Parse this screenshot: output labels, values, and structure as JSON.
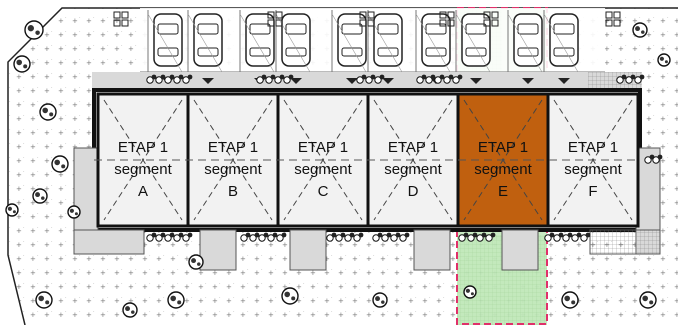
{
  "segments": [
    {
      "line1": "ETAP 1",
      "line2": "segment",
      "line3": "A",
      "highlighted": false
    },
    {
      "line1": "ETAP 1",
      "line2": "segment",
      "line3": "B",
      "highlighted": false
    },
    {
      "line1": "ETAP 1",
      "line2": "segment",
      "line3": "C",
      "highlighted": false
    },
    {
      "line1": "ETAP 1",
      "line2": "segment",
      "line3": "D",
      "highlighted": false
    },
    {
      "line1": "ETAP 1",
      "line2": "segment",
      "line3": "E",
      "highlighted": true
    },
    {
      "line1": "ETAP 1",
      "line2": "segment",
      "line3": "F",
      "highlighted": false
    }
  ],
  "colors": {
    "highlight_fill": "#c0600f",
    "plot_green": "#bfe8b8",
    "plot_boundary": "#e0306a",
    "wall": "#111111",
    "pavement": "#d9d9d9",
    "interior": "#f2f2f2",
    "lawn_dots": "#777777"
  },
  "parking_spaces": 10,
  "icons": [
    "car-icon",
    "tree-icon",
    "shrub-icon",
    "bin-icon"
  ]
}
